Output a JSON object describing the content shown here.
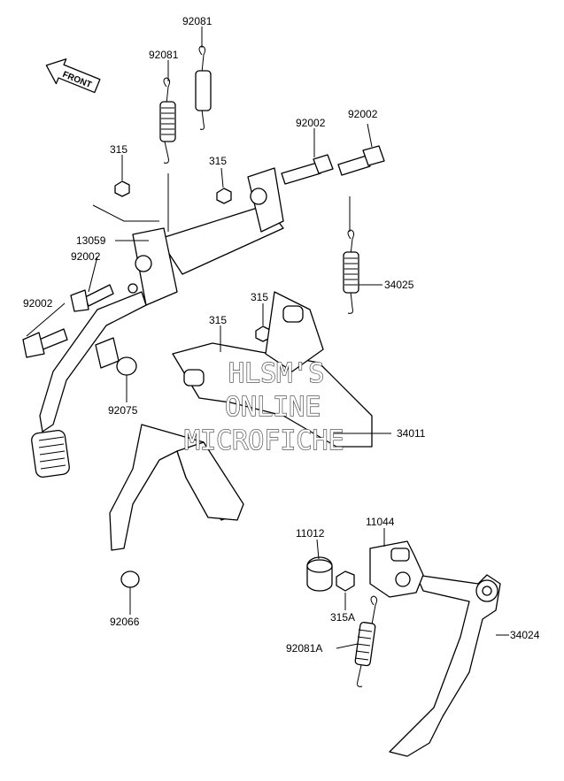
{
  "front_tag": "FRONT",
  "labels": {
    "p92081_top": "92081",
    "p92081_left": "92081",
    "p92002_a": "92002",
    "p92002_b": "92002",
    "p315_top": "315",
    "p315_mid": "315",
    "p13059": "13059",
    "p92002_c": "92002",
    "p92002_d": "92002",
    "p34025": "34025",
    "p315_right": "315",
    "p315_center": "315",
    "p92075": "92075",
    "p34011": "34011",
    "p11044": "11044",
    "p11012": "11012",
    "p315A": "315A",
    "p92066": "92066",
    "p92081A": "92081A",
    "p34024": "34024"
  },
  "watermark": {
    "line1": "HLSM'S",
    "line2": "ONLINE",
    "line3": "MICROFICHE"
  }
}
